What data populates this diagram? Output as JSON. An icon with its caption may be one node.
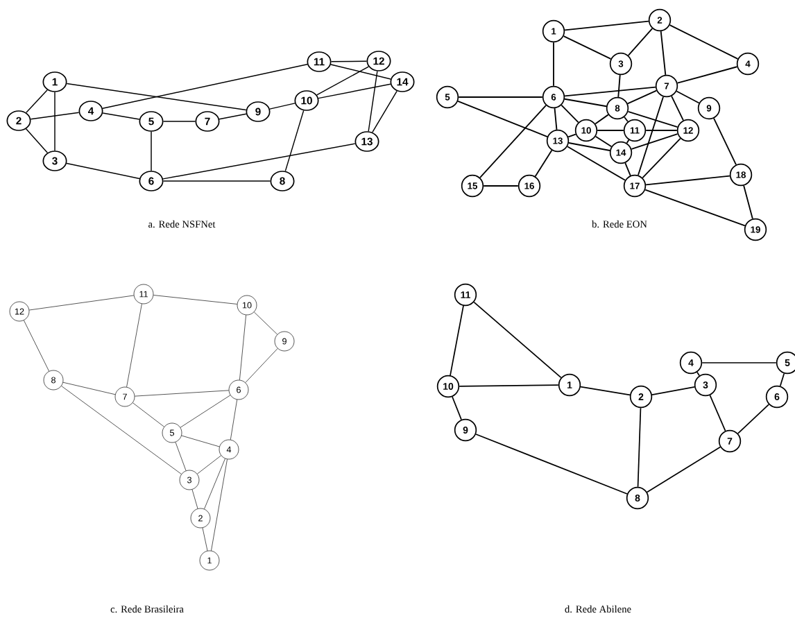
{
  "diagram": {
    "nodes": [
      {
        "text": [
          "1"
        ]
      },
      {
        "text": [
          "2"
        ]
      },
      {
        "text": [
          "3"
        ]
      },
      {
        "text": [
          "4"
        ]
      },
      {
        "text": [
          "5"
        ]
      },
      {
        "text": [
          "6"
        ]
      },
      {
        "text": [
          "7"
        ]
      },
      {
        "text": [
          "8"
        ]
      },
      {
        "text": [
          "9"
        ]
      },
      {
        "text": [
          "10"
        ]
      },
      {
        "text": [
          "11"
        ]
      },
      {
        "text": [
          "12"
        ]
      },
      {
        "text": [
          "13"
        ]
      },
      {
        "text": [
          "14"
        ]
      },
      {
        "text": [
          "1"
        ]
      },
      {
        "text": [
          "2"
        ]
      },
      {
        "text": [
          "3"
        ]
      },
      {
        "text": [
          "4"
        ]
      },
      {
        "text": [
          "5"
        ]
      },
      {
        "text": [
          "6"
        ]
      },
      {
        "text": [
          "7"
        ]
      },
      {
        "text": [
          "8"
        ]
      },
      {
        "text": [
          "9"
        ]
      },
      {
        "text": [
          "10"
        ]
      },
      {
        "text": [
          "11"
        ]
      },
      {
        "text": [
          "12"
        ]
      },
      {
        "text": [
          "13"
        ]
      },
      {
        "text": [
          "14"
        ]
      },
      {
        "text": [
          "15"
        ]
      },
      {
        "text": [
          "16"
        ]
      },
      {
        "text": [
          "17"
        ]
      },
      {
        "text": [
          "18"
        ]
      },
      {
        "text": [
          "19"
        ]
      },
      {
        "text": [
          "1"
        ]
      },
      {
        "text": [
          "2"
        ]
      },
      {
        "text": [
          "3"
        ]
      },
      {
        "text": [
          "4"
        ]
      },
      {
        "text": [
          "5"
        ]
      },
      {
        "text": [
          "6"
        ]
      },
      {
        "text": [
          "7"
        ]
      },
      {
        "text": [
          "8"
        ]
      },
      {
        "text": [
          "9"
        ]
      },
      {
        "text": [
          "10"
        ]
      },
      {
        "text": [
          "11"
        ]
      },
      {
        "text": [
          "12"
        ]
      },
      {
        "text": [
          "1"
        ]
      },
      {
        "text": [
          "2"
        ]
      },
      {
        "text": [
          "3"
        ]
      },
      {
        "text": [
          "4"
        ]
      },
      {
        "text": [
          "5"
        ]
      },
      {
        "text": [
          "6"
        ]
      },
      {
        "text": [
          "7"
        ]
      },
      {
        "text": [
          "8"
        ]
      },
      {
        "text": [
          "9"
        ]
      },
      {
        "text": [
          "10"
        ]
      },
      {
        "text": [
          "11"
        ]
      }
    ],
    "edges": [
      {
        "from": 0,
        "to": 1,
        "arrow": "none"
      },
      {
        "from": 0,
        "to": 2,
        "arrow": "none"
      },
      {
        "from": 0,
        "to": 8,
        "arrow": "none"
      },
      {
        "from": 1,
        "to": 3,
        "arrow": "none"
      },
      {
        "from": 1,
        "to": 2,
        "arrow": "none"
      },
      {
        "from": 2,
        "to": 5,
        "arrow": "none"
      },
      {
        "from": 3,
        "to": 4,
        "arrow": "none"
      },
      {
        "from": 3,
        "to": 10,
        "arrow": "none"
      },
      {
        "from": 4,
        "to": 6,
        "arrow": "none"
      },
      {
        "from": 4,
        "to": 5,
        "arrow": "none"
      },
      {
        "from": 5,
        "to": 7,
        "arrow": "none"
      },
      {
        "from": 5,
        "to": 12,
        "arrow": "none"
      },
      {
        "from": 6,
        "to": 8,
        "arrow": "none"
      },
      {
        "from": 8,
        "to": 9,
        "arrow": "none"
      },
      {
        "from": 9,
        "to": 7,
        "arrow": "none"
      },
      {
        "from": 9,
        "to": 11,
        "arrow": "none"
      },
      {
        "from": 9,
        "to": 13,
        "arrow": "none"
      },
      {
        "from": 10,
        "to": 11,
        "arrow": "none"
      },
      {
        "from": 10,
        "to": 13,
        "arrow": "none"
      },
      {
        "from": 11,
        "to": 12,
        "arrow": "none"
      },
      {
        "from": 12,
        "to": 13,
        "arrow": "none"
      },
      {
        "from": 14,
        "to": 15,
        "arrow": "none"
      },
      {
        "from": 14,
        "to": 16,
        "arrow": "none"
      },
      {
        "from": 14,
        "to": 19,
        "arrow": "none"
      },
      {
        "from": 15,
        "to": 16,
        "arrow": "none"
      },
      {
        "from": 15,
        "to": 17,
        "arrow": "none"
      },
      {
        "from": 15,
        "to": 20,
        "arrow": "none"
      },
      {
        "from": 16,
        "to": 21,
        "arrow": "none"
      },
      {
        "from": 17,
        "to": 20,
        "arrow": "none"
      },
      {
        "from": 18,
        "to": 19,
        "arrow": "none"
      },
      {
        "from": 18,
        "to": 26,
        "arrow": "none"
      },
      {
        "from": 19,
        "to": 20,
        "arrow": "none"
      },
      {
        "from": 19,
        "to": 21,
        "arrow": "none"
      },
      {
        "from": 19,
        "to": 23,
        "arrow": "none"
      },
      {
        "from": 19,
        "to": 26,
        "arrow": "none"
      },
      {
        "from": 19,
        "to": 28,
        "arrow": "none"
      },
      {
        "from": 20,
        "to": 21,
        "arrow": "none"
      },
      {
        "from": 20,
        "to": 22,
        "arrow": "none"
      },
      {
        "from": 20,
        "to": 25,
        "arrow": "none"
      },
      {
        "from": 20,
        "to": 30,
        "arrow": "none"
      },
      {
        "from": 21,
        "to": 23,
        "arrow": "none"
      },
      {
        "from": 21,
        "to": 24,
        "arrow": "none"
      },
      {
        "from": 21,
        "to": 25,
        "arrow": "none"
      },
      {
        "from": 22,
        "to": 31,
        "arrow": "none"
      },
      {
        "from": 23,
        "to": 24,
        "arrow": "none"
      },
      {
        "from": 23,
        "to": 26,
        "arrow": "none"
      },
      {
        "from": 23,
        "to": 27,
        "arrow": "none"
      },
      {
        "from": 24,
        "to": 25,
        "arrow": "none"
      },
      {
        "from": 24,
        "to": 27,
        "arrow": "none"
      },
      {
        "from": 25,
        "to": 27,
        "arrow": "none"
      },
      {
        "from": 25,
        "to": 30,
        "arrow": "none"
      },
      {
        "from": 26,
        "to": 27,
        "arrow": "none"
      },
      {
        "from": 26,
        "to": 29,
        "arrow": "none"
      },
      {
        "from": 26,
        "to": 30,
        "arrow": "none"
      },
      {
        "from": 27,
        "to": 30,
        "arrow": "none"
      },
      {
        "from": 28,
        "to": 29,
        "arrow": "none"
      },
      {
        "from": 30,
        "to": 31,
        "arrow": "none"
      },
      {
        "from": 30,
        "to": 32,
        "arrow": "none"
      },
      {
        "from": 31,
        "to": 32,
        "arrow": "none"
      },
      {
        "from": 44,
        "to": 43,
        "arrow": "none"
      },
      {
        "from": 43,
        "to": 42,
        "arrow": "none"
      },
      {
        "from": 42,
        "to": 41,
        "arrow": "none"
      },
      {
        "from": 42,
        "to": 38,
        "arrow": "none"
      },
      {
        "from": 41,
        "to": 38,
        "arrow": "none"
      },
      {
        "from": 44,
        "to": 40,
        "arrow": "none"
      },
      {
        "from": 43,
        "to": 39,
        "arrow": "none"
      },
      {
        "from": 40,
        "to": 39,
        "arrow": "none"
      },
      {
        "from": 40,
        "to": 35,
        "arrow": "none"
      },
      {
        "from": 39,
        "to": 38,
        "arrow": "none"
      },
      {
        "from": 39,
        "to": 37,
        "arrow": "none"
      },
      {
        "from": 38,
        "to": 37,
        "arrow": "none"
      },
      {
        "from": 38,
        "to": 36,
        "arrow": "none"
      },
      {
        "from": 37,
        "to": 36,
        "arrow": "none"
      },
      {
        "from": 37,
        "to": 35,
        "arrow": "none"
      },
      {
        "from": 36,
        "to": 35,
        "arrow": "none"
      },
      {
        "from": 36,
        "to": 34,
        "arrow": "none"
      },
      {
        "from": 36,
        "to": 33,
        "arrow": "none"
      },
      {
        "from": 35,
        "to": 34,
        "arrow": "none"
      },
      {
        "from": 34,
        "to": 33,
        "arrow": "none"
      },
      {
        "from": 55,
        "to": 54,
        "arrow": "none"
      },
      {
        "from": 55,
        "to": 45,
        "arrow": "none"
      },
      {
        "from": 54,
        "to": 45,
        "arrow": "none"
      },
      {
        "from": 54,
        "to": 53,
        "arrow": "none"
      },
      {
        "from": 53,
        "to": 52,
        "arrow": "none"
      },
      {
        "from": 45,
        "to": 46,
        "arrow": "none"
      },
      {
        "from": 46,
        "to": 47,
        "arrow": "none"
      },
      {
        "from": 46,
        "to": 52,
        "arrow": "none"
      },
      {
        "from": 48,
        "to": 49,
        "arrow": "none"
      },
      {
        "from": 48,
        "to": 47,
        "arrow": "none"
      },
      {
        "from": 47,
        "to": 51,
        "arrow": "none"
      },
      {
        "from": 49,
        "to": 50,
        "arrow": "none"
      },
      {
        "from": 50,
        "to": 51,
        "arrow": "none"
      },
      {
        "from": 51,
        "to": 52,
        "arrow": "none"
      }
    ],
    "labels": [
      "a. Rede NSFNet",
      "b. Rede EON",
      "c. Rede Brasileira",
      "d. Rede Abilene"
    ]
  }
}
